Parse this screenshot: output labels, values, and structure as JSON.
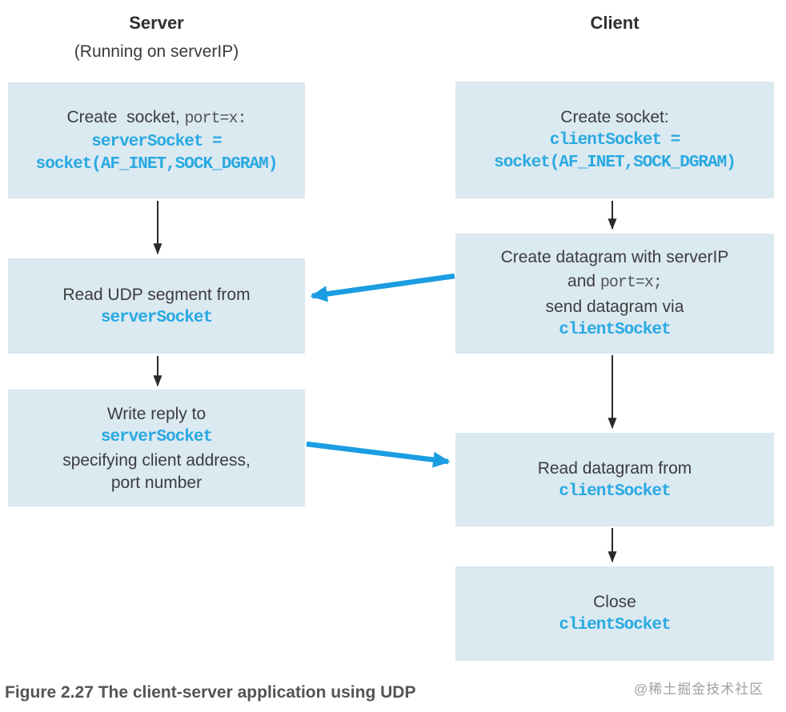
{
  "header": {
    "server_title": "Server",
    "server_subtitle": "(Running on serverIP)",
    "client_title": "Client"
  },
  "server_column": {
    "box1": {
      "text_pre": "Create  socket, ",
      "text_mono": "port=x:",
      "code_line1": "serverSocket =",
      "code_line2": "socket(AF_INET,SOCK_DGRAM)"
    },
    "box2": {
      "text": "Read UDP segment from",
      "code": "serverSocket"
    },
    "box3": {
      "text_line1": "Write reply to",
      "code": "serverSocket",
      "text_line2": "specifying client address,",
      "text_line3": "port number"
    }
  },
  "client_column": {
    "box1": {
      "text": "Create socket:",
      "code_line1": "clientSocket =",
      "code_line2": "socket(AF_INET,SOCK_DGRAM)"
    },
    "box2": {
      "text_line1": "Create datagram with serverIP",
      "text_line2_pre": "and ",
      "text_line2_mono": "port=x;",
      "text_line3": "send datagram via",
      "code": "clientSocket"
    },
    "box3": {
      "text": "Read datagram from",
      "code": "clientSocket"
    },
    "box4": {
      "text": "Close",
      "code": "clientSocket"
    }
  },
  "caption": "Figure 2.27 The client-server application using UDP",
  "watermark": "@稀土掘金技术社区",
  "colors": {
    "box_fill": "#dbe9f1",
    "code_blue": "#29a9e1",
    "arrow_blue": "#1b9de2",
    "arrow_black": "#2a2a2a",
    "text_dark": "#3c3c3e"
  }
}
